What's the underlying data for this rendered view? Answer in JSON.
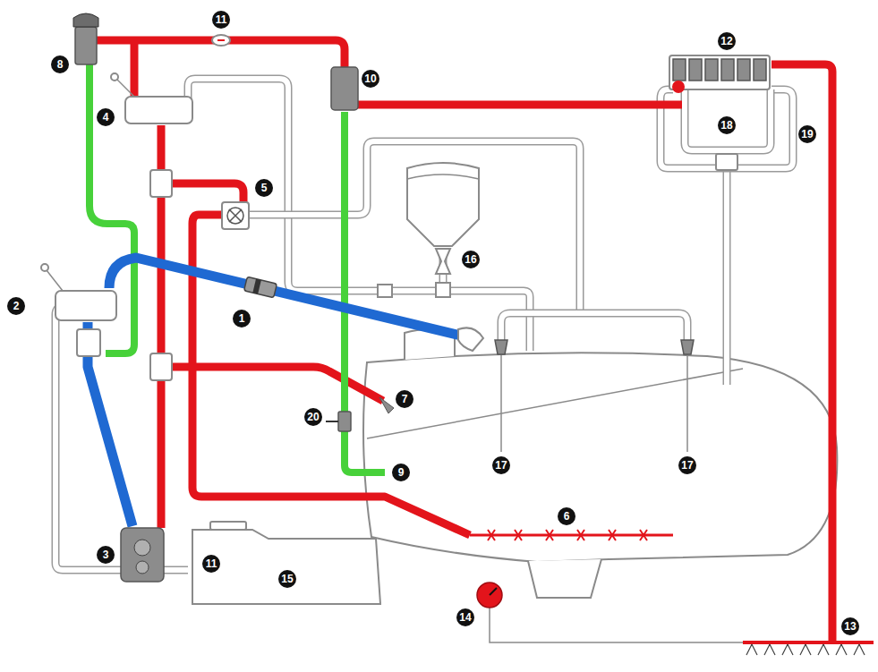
{
  "diagram": {
    "labels": [
      "8",
      "11",
      "10",
      "12",
      "4",
      "5",
      "19",
      "18",
      "16",
      "2",
      "1",
      "7",
      "20",
      "9",
      "17",
      "17",
      "3",
      "6",
      "11",
      "15",
      "14",
      "13"
    ]
  }
}
